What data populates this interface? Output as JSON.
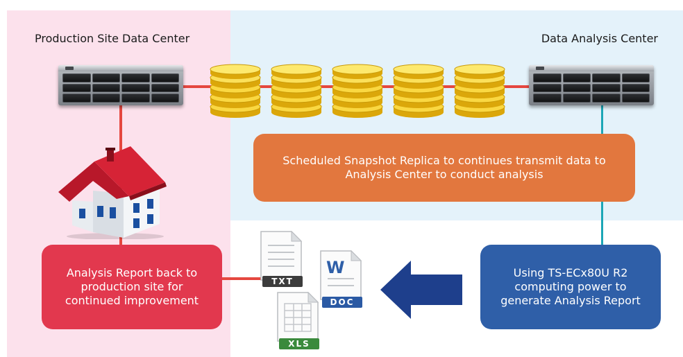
{
  "zones": {
    "production_title": "Production Site Data Center",
    "analysis_title": "Data Analysis Center"
  },
  "boxes": {
    "replica": "Scheduled Snapshot Replica to continues transmit data to Analysis Center to conduct analysis",
    "report": "Analysis Report back to production site for continued improvement",
    "compute": "Using TS-ECx80U R2 computing power to generate Analysis Report"
  },
  "files": {
    "txt": "TXT",
    "doc": "DOC",
    "doc_letter": "W",
    "xls": "XLS"
  },
  "icons": [
    "nas-server-icon",
    "database-icon",
    "house-icon",
    "txt-file-icon",
    "doc-file-icon",
    "xls-file-icon",
    "arrow-left-icon"
  ],
  "colors": {
    "production_zone": "#fce1ec",
    "analysis_zone": "#e4f2fa",
    "link_red": "#e5473f",
    "link_teal": "#1ba6b6",
    "replica_box": "#e2773e",
    "report_box": "#e2384e",
    "compute_box": "#2f5fa8",
    "arrow": "#1e3f8c",
    "database": "#f2c80f"
  }
}
